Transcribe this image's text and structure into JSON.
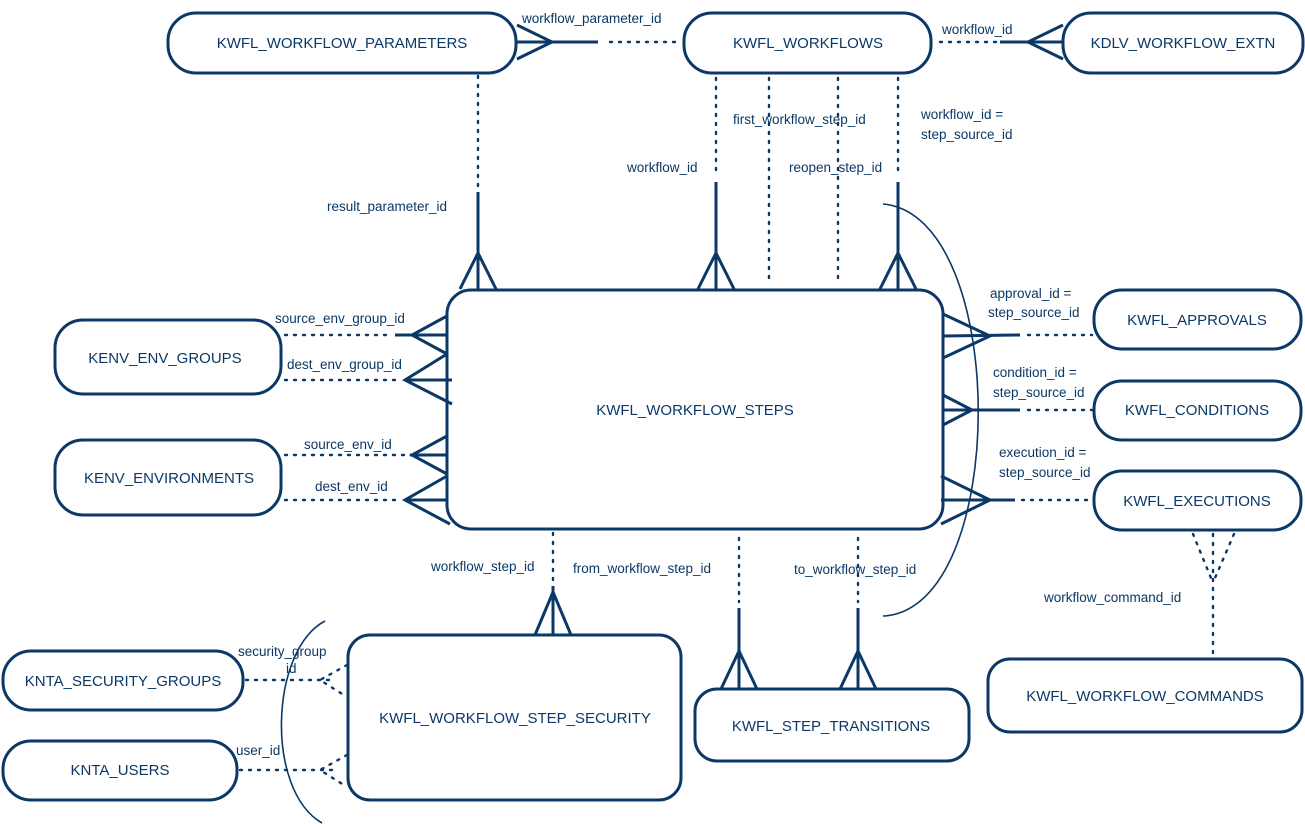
{
  "diagram": {
    "type": "entity-relationship",
    "colors": {
      "ink": "#0b3866",
      "background": "#ffffff"
    },
    "entities": {
      "workflow_parameters": "KWFL_WORKFLOW_PARAMETERS",
      "workflows": "KWFL_WORKFLOWS",
      "workflow_extn": "KDLV_WORKFLOW_EXTN",
      "env_groups": "KENV_ENV_GROUPS",
      "environments": "KENV_ENVIRONMENTS",
      "workflow_steps": "KWFL_WORKFLOW_STEPS",
      "approvals": "KWFL_APPROVALS",
      "conditions": "KWFL_CONDITIONS",
      "executions": "KWFL_EXECUTIONS",
      "security_groups": "KNTA_SECURITY_GROUPS",
      "users": "KNTA_USERS",
      "step_security": "KWFL_WORKFLOW_STEP_SECURITY",
      "step_transitions": "KWFL_STEP_TRANSITIONS",
      "workflow_commands": "KWFL_WORKFLOW_COMMANDS"
    },
    "relationships": {
      "workflow_parameter_id": "workflow_parameter_id",
      "workflow_id_extn": "workflow_id",
      "result_parameter_id": "result_parameter_id",
      "workflow_id_steps": "workflow_id",
      "first_workflow_step_id": "first_workflow_step_id",
      "reopen_step_id": "reopen_step_id",
      "workflow_id_source_1": "workflow_id =",
      "workflow_id_source_2": "step_source_id",
      "source_env_group_id": "source_env_group_id",
      "dest_env_group_id": "dest_env_group_id",
      "source_env_id": "source_env_id",
      "dest_env_id": "dest_env_id",
      "approval_id_1": "approval_id =",
      "approval_id_2": "step_source_id",
      "condition_id_1": "condition_id =",
      "condition_id_2": "step_source_id",
      "execution_id_1": "execution_id =",
      "execution_id_2": "step_source_id",
      "workflow_step_id": "workflow_step_id",
      "from_workflow_step_id": "from_workflow_step_id",
      "to_workflow_step_id": "to_workflow_step_id",
      "workflow_command_id": "workflow_command_id",
      "security_group_id_1": "security_group",
      "security_group_id_2": "id",
      "user_id": "user_id"
    }
  }
}
